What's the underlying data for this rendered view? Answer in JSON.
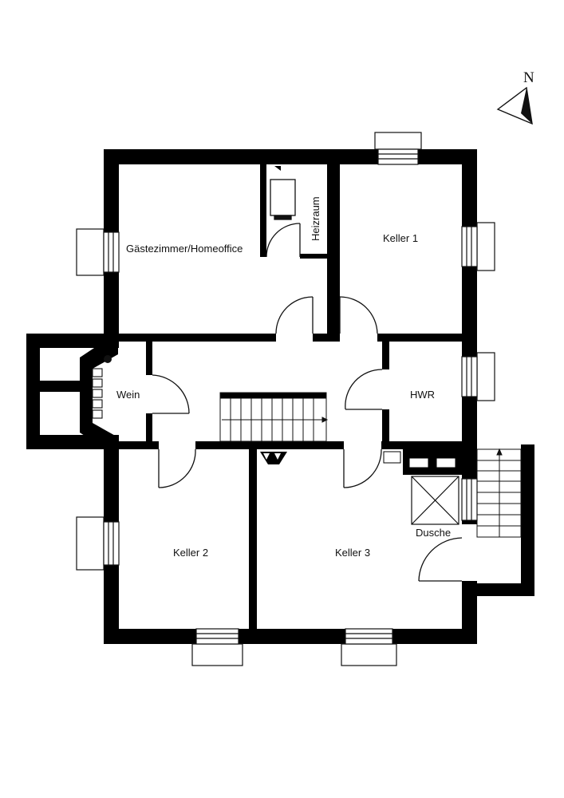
{
  "compass": {
    "label": "N",
    "icon": "north-arrow-icon"
  },
  "rooms": {
    "guest_office": "Gästezimmer/Homeoffice",
    "boiler": "Heizraum",
    "cellar1": "Keller 1",
    "wine": "Wein",
    "utility": "HWR",
    "cellar2": "Keller 2",
    "cellar3": "Keller 3",
    "shower": "Dusche"
  },
  "colors": {
    "wall": "#000000",
    "background": "#ffffff",
    "line": "#111111"
  }
}
